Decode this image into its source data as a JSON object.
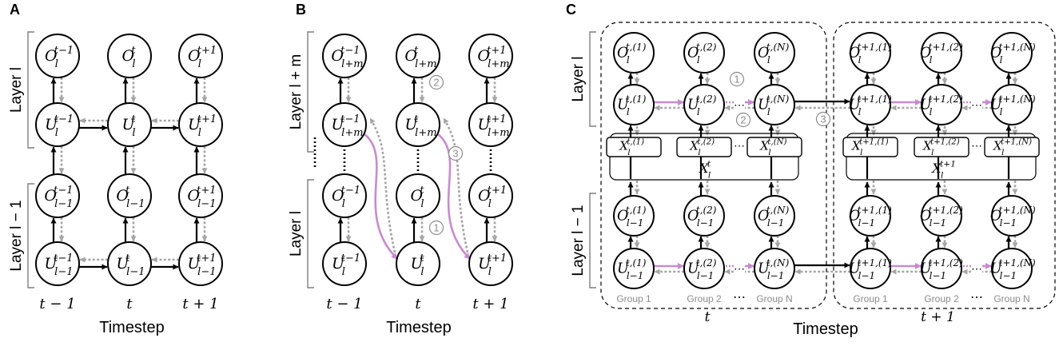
{
  "panels": {
    "a": {
      "letter": "A",
      "timesteps": [
        "t − 1",
        "t",
        "t + 1"
      ],
      "axis_label": "Timestep",
      "layer_top": "Layer l",
      "layer_bottom": "Layer l − 1",
      "rows": [
        {
          "var": "O",
          "sub": "l",
          "sups": [
            "t−1",
            "t",
            "t+1"
          ]
        },
        {
          "var": "U",
          "sub": "l",
          "sups": [
            "t−1",
            "t",
            "t+1"
          ]
        },
        {
          "var": "O",
          "sub": "l−1",
          "sups": [
            "t−1",
            "t",
            "t+1"
          ]
        },
        {
          "var": "U",
          "sub": "l−1",
          "sups": [
            "t−1",
            "t",
            "t+1"
          ]
        }
      ]
    },
    "b": {
      "letter": "B",
      "timesteps": [
        "t − 1",
        "t",
        "t + 1"
      ],
      "axis_label": "Timestep",
      "layer_top": "Layer l + m",
      "layer_bottom": "Layer l",
      "rows": [
        {
          "var": "O",
          "sub": "l+m",
          "sups": [
            "t−1",
            "t",
            "t+1"
          ]
        },
        {
          "var": "U",
          "sub": "l+m",
          "sups": [
            "t−1",
            "t",
            "t+1"
          ]
        },
        {
          "var": "O",
          "sub": "l",
          "sups": [
            "t−1",
            "t",
            "t+1"
          ]
        },
        {
          "var": "U",
          "sub": "l",
          "sups": [
            "t−1",
            "t",
            "t+1"
          ]
        }
      ],
      "steps": [
        "1",
        "2",
        "3"
      ]
    },
    "c": {
      "letter": "C",
      "axis_label": "Timestep",
      "layer_top": "Layer l",
      "layer_bottom": "Layer l − 1",
      "timesteps": [
        "t",
        "t + 1"
      ],
      "groups": [
        "Group 1",
        "Group 2",
        "Group N"
      ],
      "ellipsis": "⋯",
      "steps": [
        "1",
        "2",
        "3"
      ],
      "blocks": [
        {
          "o_top": [
            "t,(1)",
            "t,(2)",
            "t,(N)"
          ],
          "u_top": [
            "t,(1)",
            "t,(2)",
            "t,(N)"
          ],
          "x": [
            "t,(1)",
            "t,(2)",
            "t,(N)"
          ],
          "x_total": "t",
          "o_bot": [
            "t,(1)",
            "t,(2)",
            "t,(N)"
          ],
          "u_bot": [
            "t,(1)",
            "t,(2)",
            "t,(N)"
          ]
        },
        {
          "o_top": [
            "t+1,(1)",
            "t+1,(2)",
            "t+1,(N)"
          ],
          "u_top": [
            "t+1,(1)",
            "t+1,(2)",
            "t+1,(N)"
          ],
          "x": [
            "t+1,(1)",
            "t+1,(2)",
            "t+1,(N)"
          ],
          "x_total": "t+1",
          "o_bot": [
            "t+1,(1)",
            "t+1,(2)",
            "t+1,(N)"
          ],
          "u_bot": [
            "t+1,(1)",
            "t+1,(2)",
            "t+1,(N)"
          ]
        }
      ]
    }
  },
  "colors": {
    "forward": "#000000",
    "backward": "#a6a6a6",
    "skip": "#c98ad0",
    "bracket": "#7f7f7f"
  }
}
